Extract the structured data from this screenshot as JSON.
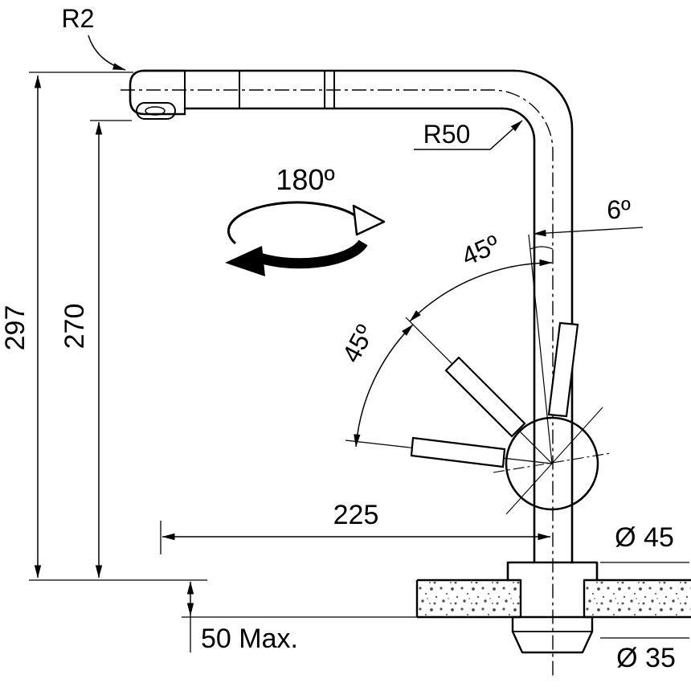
{
  "drawing": {
    "type": "technical-dimension-drawing",
    "subject": "kitchen faucet with pull-out spray, side elevation with installation dimensions",
    "colors": {
      "line": "#000000",
      "background": "#ffffff"
    },
    "labels": {
      "spout_corner_radius": "R2",
      "bend_radius": "R50",
      "swivel_angle": "180º",
      "tilt_angle": "6º",
      "lever_angle_upper": "45º",
      "lever_angle_lower": "45º",
      "total_height": "297",
      "underspout_height": "270",
      "spout_reach": "225",
      "base_diameter": "Ø 45",
      "max_counter_thickness": "50 Max.",
      "hole_diameter": "Ø 35"
    }
  }
}
